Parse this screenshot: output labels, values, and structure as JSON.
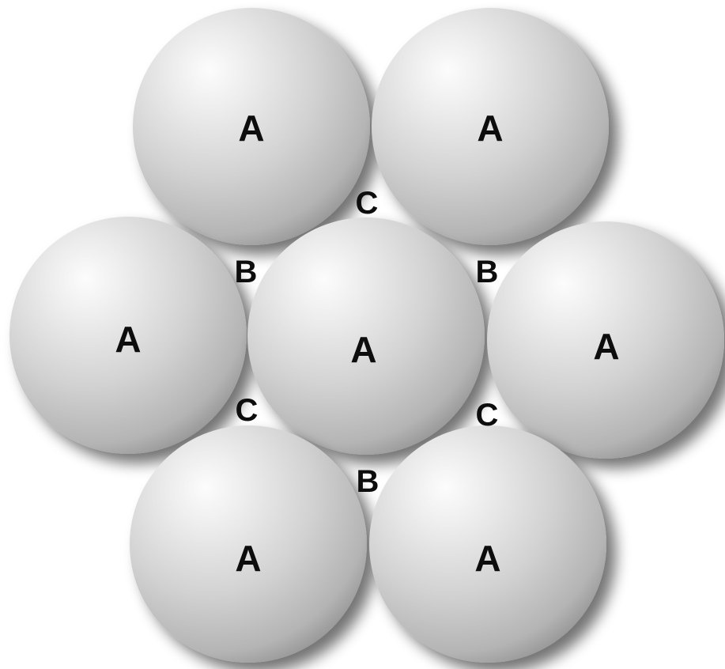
{
  "spheres": [
    {
      "label": "A"
    },
    {
      "label": "A"
    },
    {
      "label": "A"
    },
    {
      "label": "A"
    },
    {
      "label": "A"
    },
    {
      "label": "A"
    },
    {
      "label": "A"
    }
  ],
  "gap_labels": [
    {
      "label": "C"
    },
    {
      "label": "B"
    },
    {
      "label": "B"
    },
    {
      "label": "C"
    },
    {
      "label": "C"
    },
    {
      "label": "B"
    }
  ],
  "colors": {
    "background": "#ffffff",
    "sphere_highlight": "#fbfbfb",
    "sphere_mid": "#d4d4d4",
    "sphere_edge": "#8e8e8e",
    "label": "#0d0d0d"
  }
}
